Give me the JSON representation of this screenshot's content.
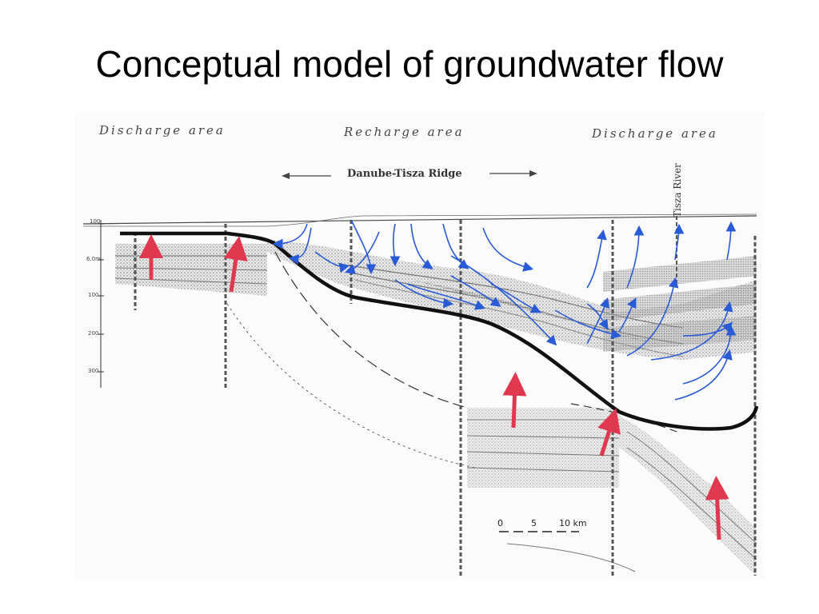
{
  "slide": {
    "title": "Conceptual model of groundwater flow"
  },
  "diagram": {
    "area_labels": {
      "left": "Discharge area",
      "center": "Recharge area",
      "right": "Discharge area"
    },
    "ridge_label": "Danube-Tisza Ridge",
    "river_label": "Tisza River",
    "depth_labels": [
      "100",
      "6.0m",
      "100",
      "200",
      "300"
    ],
    "scale_bar": {
      "labels": [
        "0",
        "5",
        "10 km"
      ]
    },
    "colors": {
      "shallow_flow_arrows": "#2a5bd7",
      "deep_upflow_arrows": "#e0394f",
      "boundary_line": "#111111",
      "strata": "#777777"
    }
  }
}
